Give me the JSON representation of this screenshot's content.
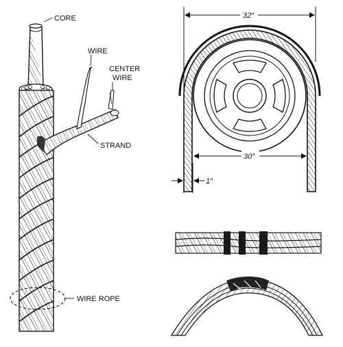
{
  "rope_labels": {
    "core": "CORE",
    "wire": "WIRE",
    "center_wire_line1": "CENTER",
    "center_wire_line2": "WIRE",
    "strand": "STRAND",
    "wire_rope": "WIRE ROPE"
  },
  "sheave_dimensions": {
    "outer_width": "32″",
    "inner_width": "30″",
    "rope_diameter": "1″"
  },
  "colors": {
    "ink": "#111111",
    "background": "#ffffff",
    "hatch": "#555555"
  }
}
